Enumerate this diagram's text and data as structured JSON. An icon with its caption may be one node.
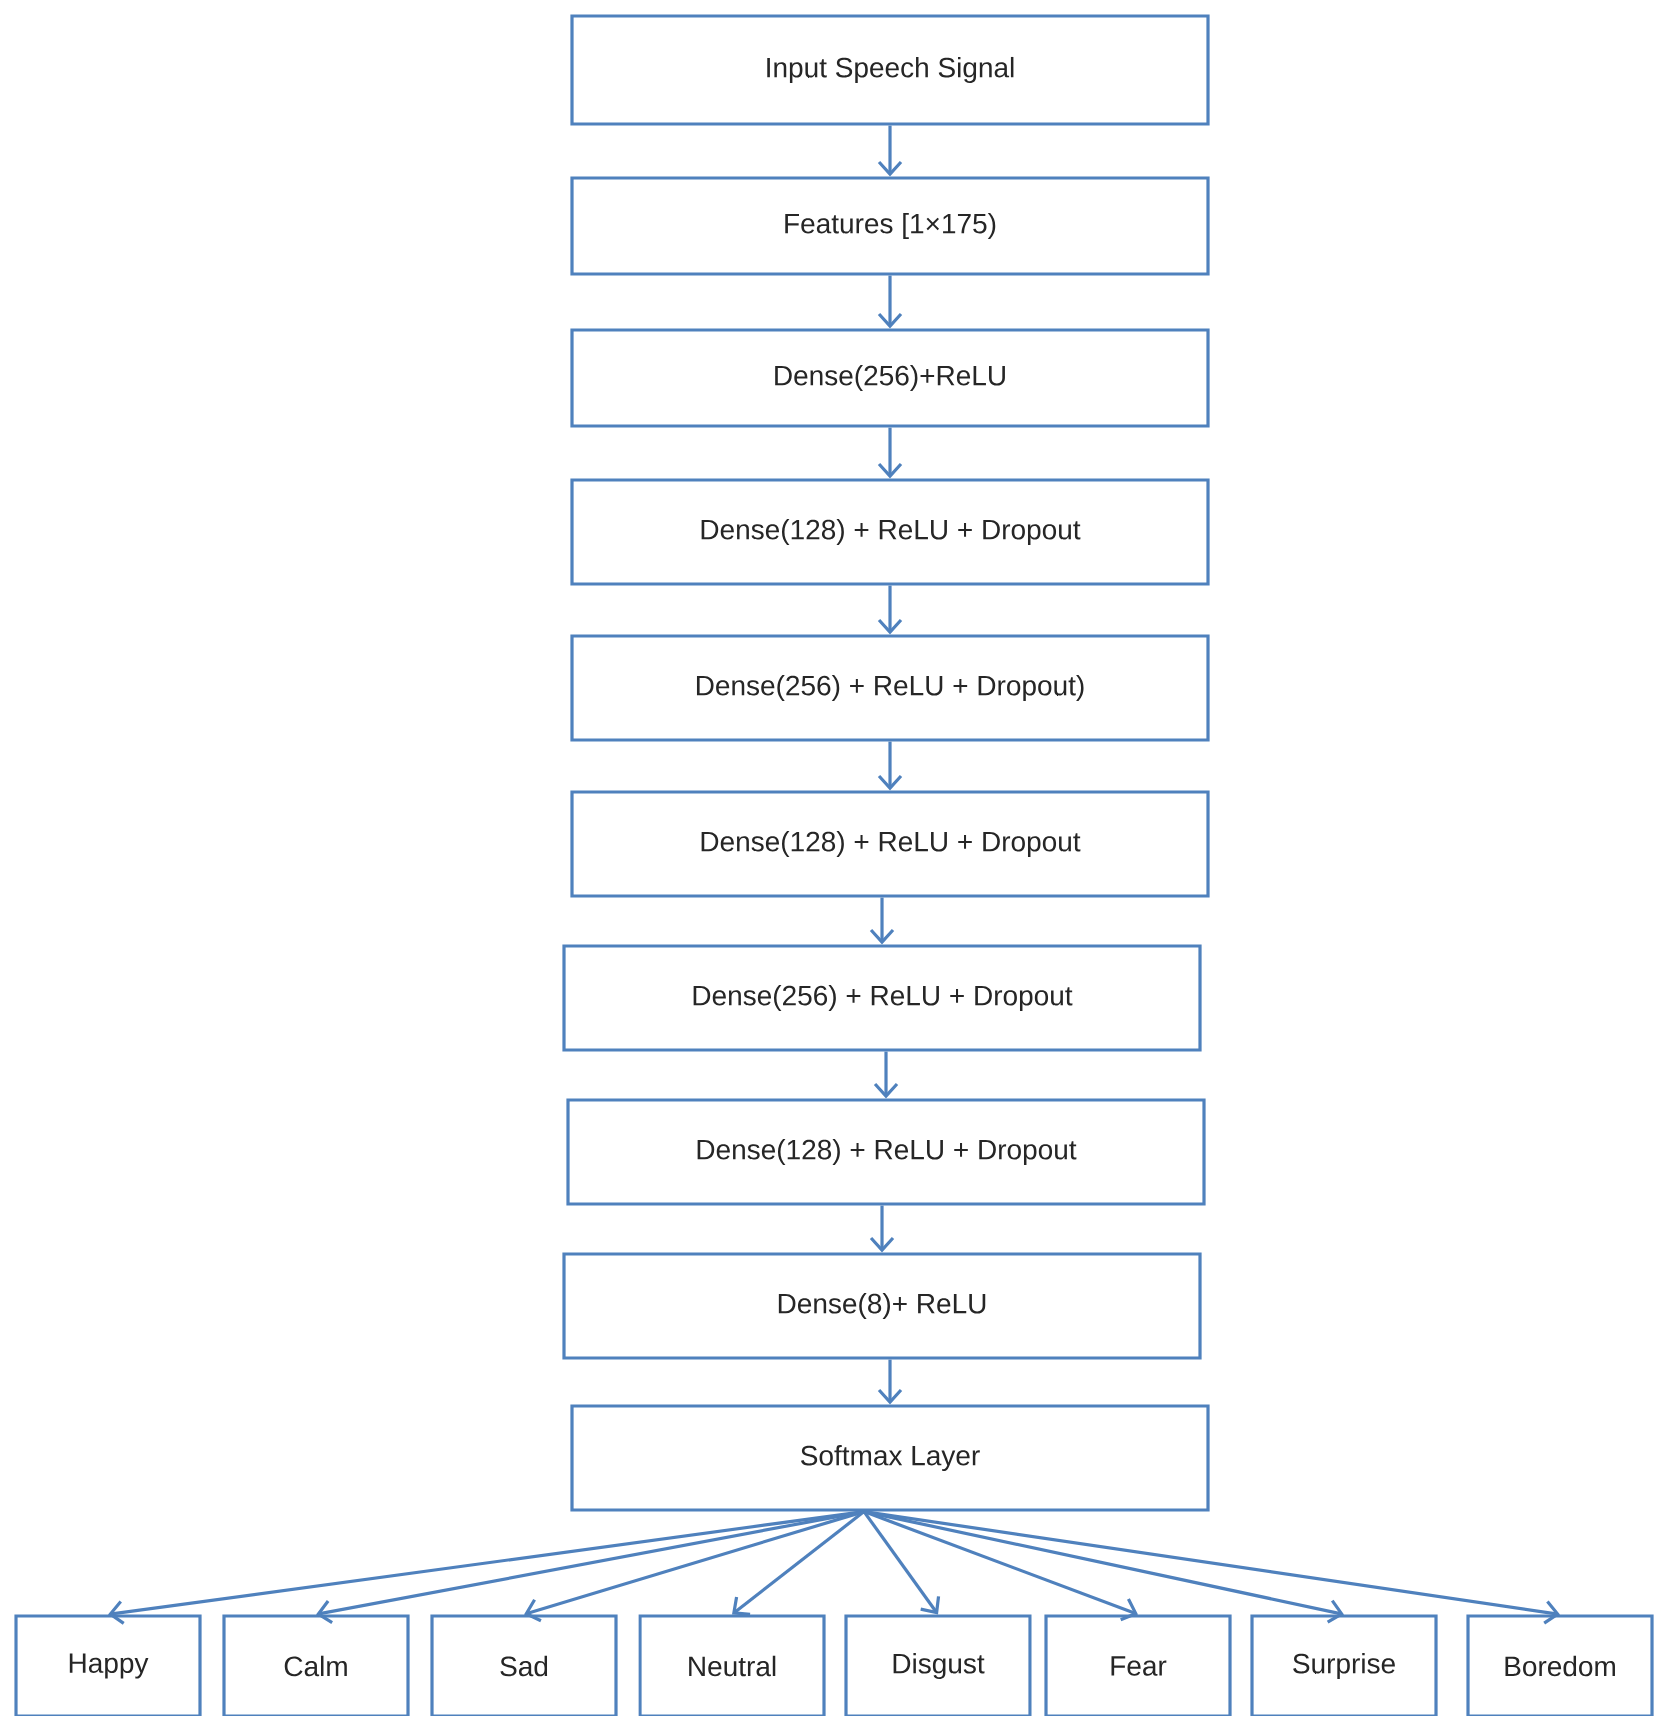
{
  "diagram": {
    "nodes": [
      {
        "text": [
          "Input Speech Signal"
        ]
      },
      {
        "text": [
          "Features [1×175)"
        ]
      },
      {
        "text": [
          "Dense(256)+ReLU"
        ]
      },
      {
        "text": [
          "Dense(128) + ReLU + Dropout"
        ]
      },
      {
        "text": [
          "Dense(256) + ReLU + Dropout)"
        ]
      },
      {
        "text": [
          "Dense(128) + ReLU + Dropout"
        ]
      },
      {
        "text": [
          "Dense(256) + ReLU + Dropout"
        ]
      },
      {
        "text": [
          "Dense(128) + ReLU + Dropout"
        ]
      },
      {
        "text": [
          "Dense(8)+ ReLU"
        ]
      },
      {
        "text": [
          "Softmax Layer"
        ]
      },
      {
        "text": [
          "Happy"
        ]
      },
      {
        "text": [
          "Calm"
        ]
      },
      {
        "text": [
          "Sad"
        ]
      },
      {
        "text": [
          "Neutral"
        ]
      },
      {
        "text": [
          "Disgust"
        ]
      },
      {
        "text": [
          "Fear"
        ]
      },
      {
        "text": [
          "Surprise"
        ]
      },
      {
        "text": [
          "Boredom"
        ]
      }
    ],
    "edges": [
      {
        "from": 0,
        "to": 1,
        "arrow": "to"
      },
      {
        "from": 1,
        "to": 2,
        "arrow": "to"
      },
      {
        "from": 2,
        "to": 3,
        "arrow": "to"
      },
      {
        "from": 3,
        "to": 4,
        "arrow": "to"
      },
      {
        "from": 4,
        "to": 5,
        "arrow": "to"
      },
      {
        "from": 5,
        "to": 6,
        "arrow": "to"
      },
      {
        "from": 6,
        "to": 7,
        "arrow": "to"
      },
      {
        "from": 7,
        "to": 8,
        "arrow": "to"
      },
      {
        "from": 8,
        "to": 9,
        "arrow": "to"
      },
      {
        "from": 9,
        "to": 10,
        "arrow": "to"
      },
      {
        "from": 9,
        "to": 11,
        "arrow": "to"
      },
      {
        "from": 9,
        "to": 12,
        "arrow": "to"
      },
      {
        "from": 9,
        "to": 13,
        "arrow": "to"
      },
      {
        "from": 9,
        "to": 14,
        "arrow": "to"
      },
      {
        "from": 9,
        "to": 15,
        "arrow": "to"
      },
      {
        "from": 9,
        "to": 16,
        "arrow": "to"
      },
      {
        "from": 9,
        "to": 17,
        "arrow": "to"
      }
    ]
  }
}
